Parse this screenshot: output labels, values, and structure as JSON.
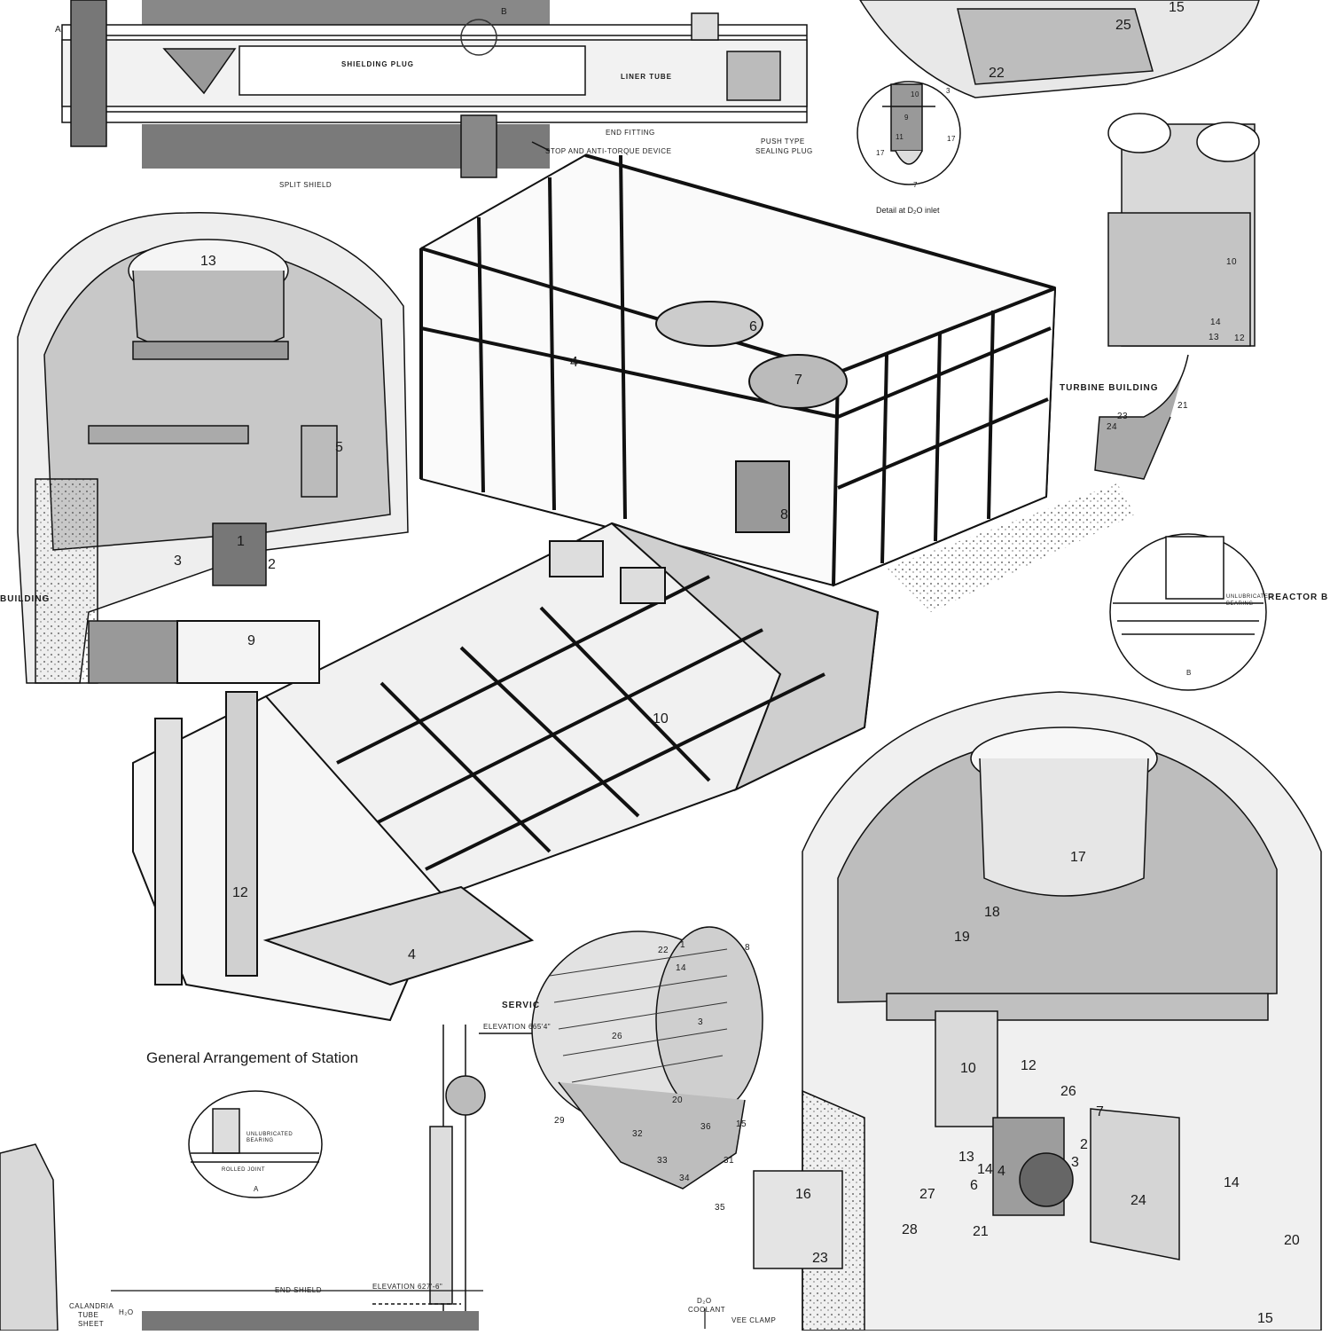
{
  "top_section": {
    "shielding_plug": "SHIELDING PLUG",
    "liner_tube": "LINER TUBE",
    "end_fitting": "END FITTING",
    "stop_device": "STOP AND ANTI-TORQUE DEVICE",
    "push_plug": "PUSH TYPE",
    "push_plug_2": "SEALING PLUG",
    "split_shield": "SPLIT SHIELD",
    "mark_a": "A",
    "mark_b": "B"
  },
  "inlet_detail": {
    "caption": "Detail at D₂O inlet",
    "n10": "10",
    "n9": "9",
    "n3": "3",
    "n11": "11",
    "n17a": "17",
    "n17b": "17",
    "n7": "7"
  },
  "buildings": {
    "turbine": "TURBINE BUILDING",
    "reactor_left": "BUILDING",
    "reactor_right": "REACTOR B"
  },
  "bearing_detail": {
    "label": "UNLUBRICATED",
    "label2": "BEARING",
    "mark": "B"
  },
  "station": {
    "caption": "General Arrangement of Station",
    "numbers": [
      "13",
      "1",
      "2",
      "3",
      "5",
      "9",
      "12",
      "4",
      "6",
      "7",
      "8",
      "10",
      "4"
    ]
  },
  "lower_section": {
    "service": "SERVIC",
    "elevation_top": "ELEVATION 665'4\"",
    "elevation_bottom": "ELEVATION 627'-6\"",
    "end_shield": "END SHIELD",
    "calandria": "CALANDRIA",
    "calandria_2": "TUBE",
    "calandria_3": "SHEET",
    "h2o": "H₂O",
    "d2o": "D₂O",
    "coolant": "COOLANT",
    "vee_clamp": "VEE CLAMP",
    "bearing_small": "UNLUBRICATED",
    "bearing_small_2": "BEARING",
    "rolled_joint": "ROLLED JOINT",
    "mark_a": "A"
  },
  "reactor_right_numbers": [
    "17",
    "18",
    "19",
    "10",
    "12",
    "26",
    "7",
    "2",
    "3",
    "6",
    "4",
    "13",
    "14",
    "27",
    "28",
    "21",
    "24",
    "16",
    "23",
    "20",
    "14",
    "15"
  ],
  "top_right_numbers": [
    "25",
    "22",
    "15"
  ],
  "steam_gen_numbers": [
    "10",
    "12",
    "13",
    "14",
    "21",
    "23",
    "24"
  ],
  "calandria_numbers": [
    "22",
    "1",
    "8",
    "14",
    "3",
    "26",
    "32",
    "34",
    "20",
    "31",
    "35",
    "36",
    "29",
    "33",
    "15"
  ]
}
